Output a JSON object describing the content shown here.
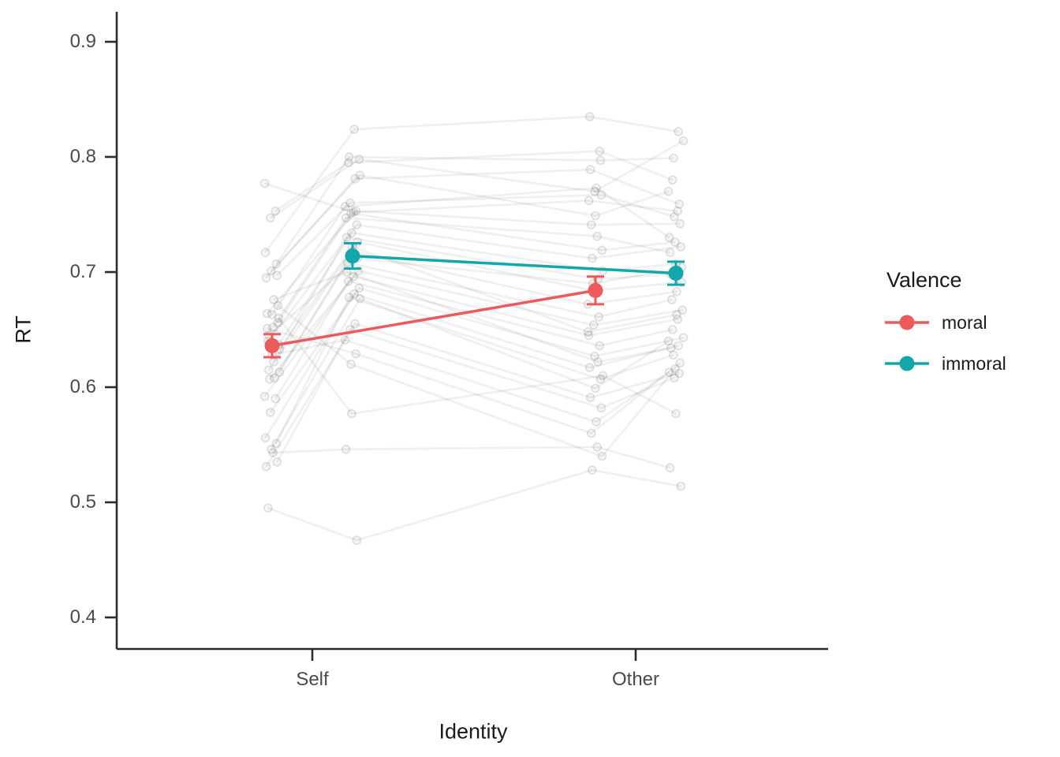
{
  "chart_data": {
    "type": "line",
    "title": "",
    "xlabel": "Identity",
    "ylabel": "RT",
    "x_categories": [
      "Self",
      "Other"
    ],
    "ylim": [
      0.37,
      0.93
    ],
    "yticks": [
      0.9,
      0.8,
      0.7,
      0.6,
      0.5,
      0.4
    ],
    "ytick_labels": [
      "0.9",
      "0.8",
      "0.7",
      "0.6",
      "0.5",
      "0.4"
    ],
    "grid": "off",
    "legend": {
      "title": "Valence",
      "position": "right"
    },
    "axis_color": "#2b2b2b",
    "tick_label_color": "#4a4a4a",
    "series": [
      {
        "name": "moral",
        "color": "#EE5A5C",
        "means": {
          "Self": 0.636,
          "Other": 0.684
        },
        "ci": {
          "Self": [
            0.626,
            0.646
          ],
          "Other": [
            0.672,
            0.696
          ]
        }
      },
      {
        "name": "immoral",
        "color": "#12A8AB",
        "means": {
          "Self": 0.714,
          "Other": 0.699
        },
        "ci": {
          "Self": [
            0.703,
            0.725
          ],
          "Other": [
            0.689,
            0.709
          ]
        }
      }
    ],
    "individual_conditions": [
      "self_moral",
      "self_immoral",
      "other_moral",
      "other_immoral"
    ],
    "individuals": [
      [
        0.777,
        0.752,
        0.762,
        0.753
      ],
      [
        0.753,
        0.795,
        0.805,
        0.78
      ],
      [
        0.747,
        0.798,
        0.77,
        0.814
      ],
      [
        0.717,
        0.824,
        0.835,
        0.822
      ],
      [
        0.707,
        0.8,
        0.797,
        0.799
      ],
      [
        0.701,
        0.784,
        0.749,
        0.77
      ],
      [
        0.695,
        0.781,
        0.789,
        0.759
      ],
      [
        0.697,
        0.76,
        0.767,
        0.748
      ],
      [
        0.663,
        0.757,
        0.773,
        0.73
      ],
      [
        0.664,
        0.753,
        0.741,
        0.742
      ],
      [
        0.656,
        0.751,
        0.719,
        0.726
      ],
      [
        0.652,
        0.747,
        0.731,
        0.717
      ],
      [
        0.64,
        0.741,
        0.712,
        0.722
      ],
      [
        0.637,
        0.734,
        0.701,
        0.707
      ],
      [
        0.622,
        0.73,
        0.694,
        0.698
      ],
      [
        0.615,
        0.726,
        0.684,
        0.691
      ],
      [
        0.613,
        0.718,
        0.672,
        0.683
      ],
      [
        0.608,
        0.708,
        0.661,
        0.676
      ],
      [
        0.607,
        0.701,
        0.654,
        0.667
      ],
      [
        0.592,
        0.696,
        0.645,
        0.659
      ],
      [
        0.59,
        0.692,
        0.636,
        0.65
      ],
      [
        0.578,
        0.686,
        0.627,
        0.643
      ],
      [
        0.556,
        0.681,
        0.617,
        0.636
      ],
      [
        0.551,
        0.678,
        0.607,
        0.628
      ],
      [
        0.546,
        0.677,
        0.599,
        0.64
      ],
      [
        0.531,
        0.655,
        0.591,
        0.612
      ],
      [
        0.535,
        0.65,
        0.582,
        0.608
      ],
      [
        0.628,
        0.641,
        0.57,
        0.613
      ],
      [
        0.651,
        0.629,
        0.56,
        0.621
      ],
      [
        0.671,
        0.62,
        0.54,
        0.616
      ],
      [
        0.543,
        0.546,
        0.548,
        0.53
      ],
      [
        0.495,
        0.467,
        0.528,
        0.514
      ],
      [
        0.66,
        0.577,
        0.61,
        0.577
      ],
      [
        0.676,
        0.7,
        0.622,
        0.634
      ],
      [
        0.645,
        0.712,
        0.69,
        0.704
      ],
      [
        0.633,
        0.722,
        0.648,
        0.663
      ]
    ]
  }
}
